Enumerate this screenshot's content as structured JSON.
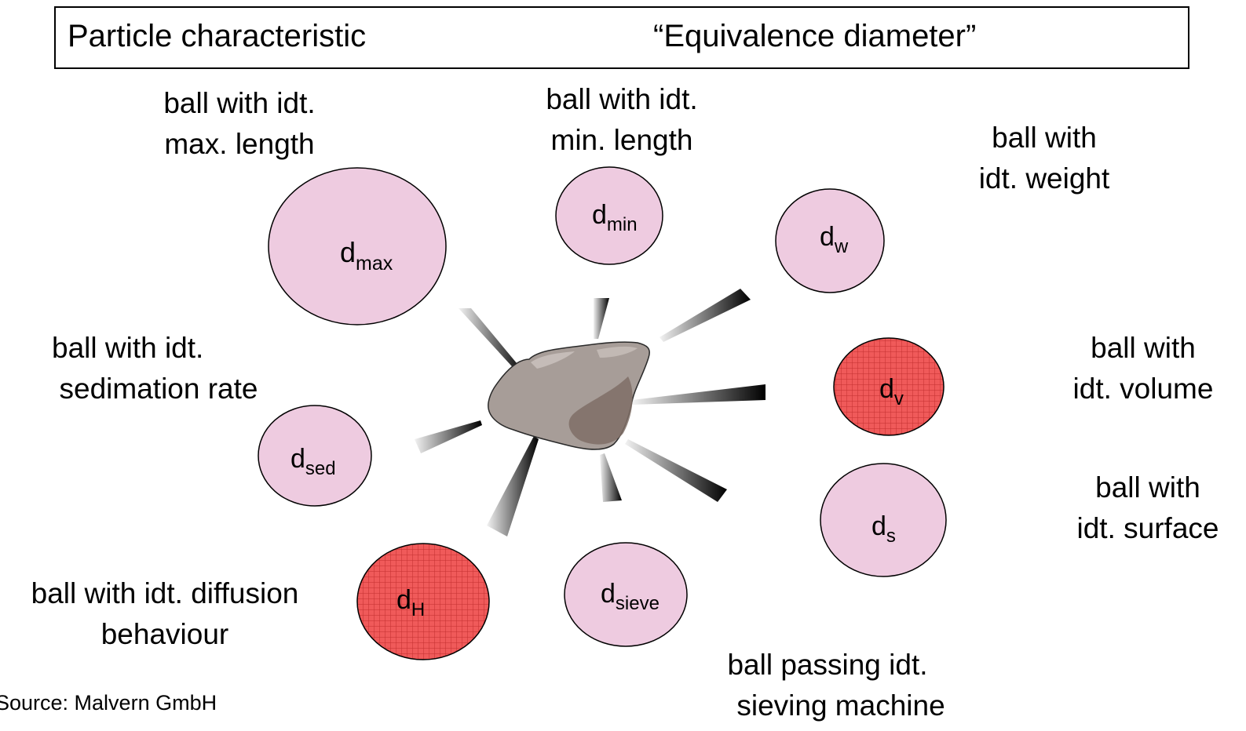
{
  "header": {
    "left_label": "Particle characteristic",
    "right_label": "“Equivalence diameter”"
  },
  "spheres": {
    "max": {
      "main": "d",
      "sub": "max",
      "label_lines": [
        "ball with idt.",
        "max. length"
      ]
    },
    "min": {
      "main": "d",
      "sub": "min",
      "label_lines": [
        "ball with idt.",
        "min. length"
      ]
    },
    "w": {
      "main": "d",
      "sub": "w",
      "label_lines": [
        "ball with",
        "idt. weight"
      ]
    },
    "sed": {
      "main": "d",
      "sub": "sed",
      "label_lines": [
        "ball with idt.",
        "sedimation rate"
      ]
    },
    "v": {
      "main": "d",
      "sub": "v",
      "label_lines": [
        "ball with",
        "idt. volume"
      ]
    },
    "s": {
      "main": "d",
      "sub": "s",
      "label_lines": [
        "ball with",
        "idt. surface"
      ]
    },
    "H": {
      "main": "d",
      "sub": "H",
      "label_lines": [
        "ball with idt. diffusion",
        "behaviour"
      ]
    },
    "sieve": {
      "main": "d",
      "sub": "sieve",
      "label_lines": [
        "ball passing idt.",
        "sieving machine"
      ]
    }
  },
  "source": "Source: Malvern GmbH",
  "colors": {
    "sphere_pink": "#eecbe0",
    "sphere_red": "#f05a5a",
    "particle_light": "#a79d98",
    "particle_dark": "#7f6e66"
  }
}
